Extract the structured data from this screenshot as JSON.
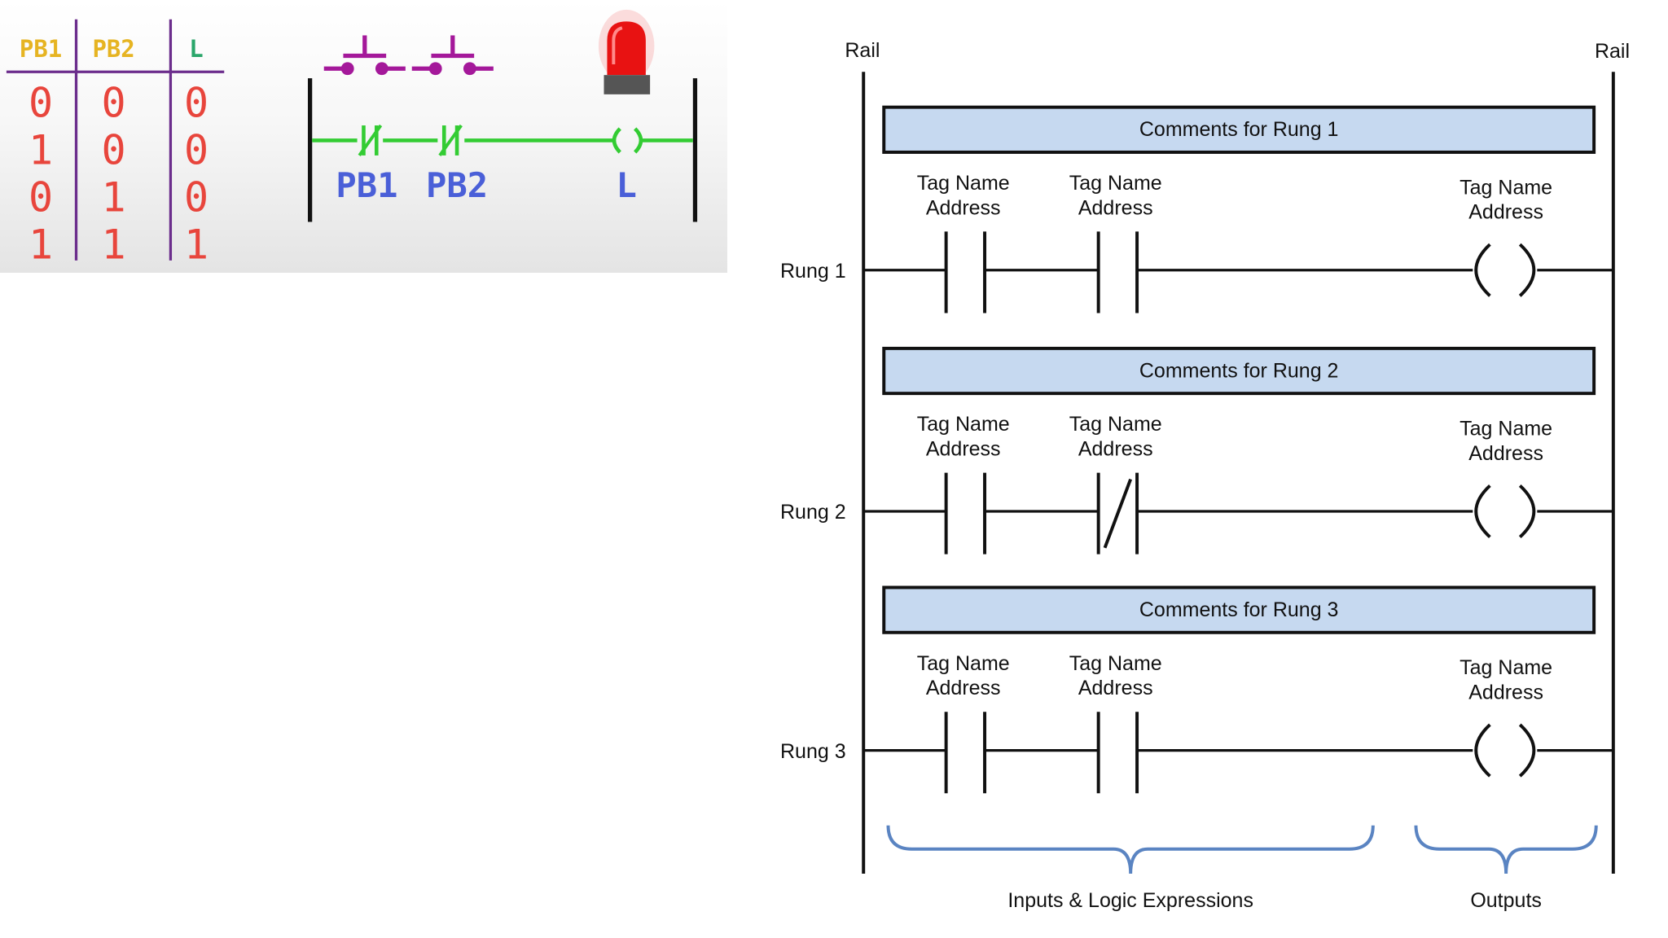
{
  "truth_table": {
    "headers": [
      "PB1",
      "PB2",
      "L"
    ],
    "header_colors": [
      "#e6b422",
      "#e6b422",
      "#2aa66a"
    ],
    "rows": [
      [
        "0",
        "0",
        "0"
      ],
      [
        "1",
        "0",
        "0"
      ],
      [
        "0",
        "1",
        "0"
      ],
      [
        "1",
        "1",
        "1"
      ]
    ],
    "value_color": "#e8453c",
    "line_color": "#6b2d8c"
  },
  "mini_ladder": {
    "labels": [
      "PB1",
      "PB2",
      "L"
    ],
    "label_color": "#4a5fd8",
    "wire_color": "#33cc33",
    "button_color": "#a4189a",
    "lamp_color": "#e81212"
  },
  "ladder": {
    "left_rail_label": "Rail",
    "right_rail_label": "Rail",
    "comment_fill": "#c6d9f0",
    "brace_color": "#5a84c2",
    "rungs": [
      {
        "label": "Rung 1",
        "comment": "Comments for Rung 1",
        "contacts": [
          {
            "tag": "Tag Name",
            "address": "Address",
            "type": "NO"
          },
          {
            "tag": "Tag Name",
            "address": "Address",
            "type": "NO"
          }
        ],
        "coil": {
          "tag": "Tag Name",
          "address": "Address"
        }
      },
      {
        "label": "Rung 2",
        "comment": "Comments for Rung 2",
        "contacts": [
          {
            "tag": "Tag Name",
            "address": "Address",
            "type": "NO"
          },
          {
            "tag": "Tag Name",
            "address": "Address",
            "type": "NC"
          }
        ],
        "coil": {
          "tag": "Tag Name",
          "address": "Address"
        }
      },
      {
        "label": "Rung 3",
        "comment": "Comments for Rung 3",
        "contacts": [
          {
            "tag": "Tag Name",
            "address": "Address",
            "type": "NO"
          },
          {
            "tag": "Tag Name",
            "address": "Address",
            "type": "NO"
          }
        ],
        "coil": {
          "tag": "Tag Name",
          "address": "Address"
        }
      }
    ],
    "inputs_label": "Inputs & Logic Expressions",
    "outputs_label": "Outputs"
  }
}
